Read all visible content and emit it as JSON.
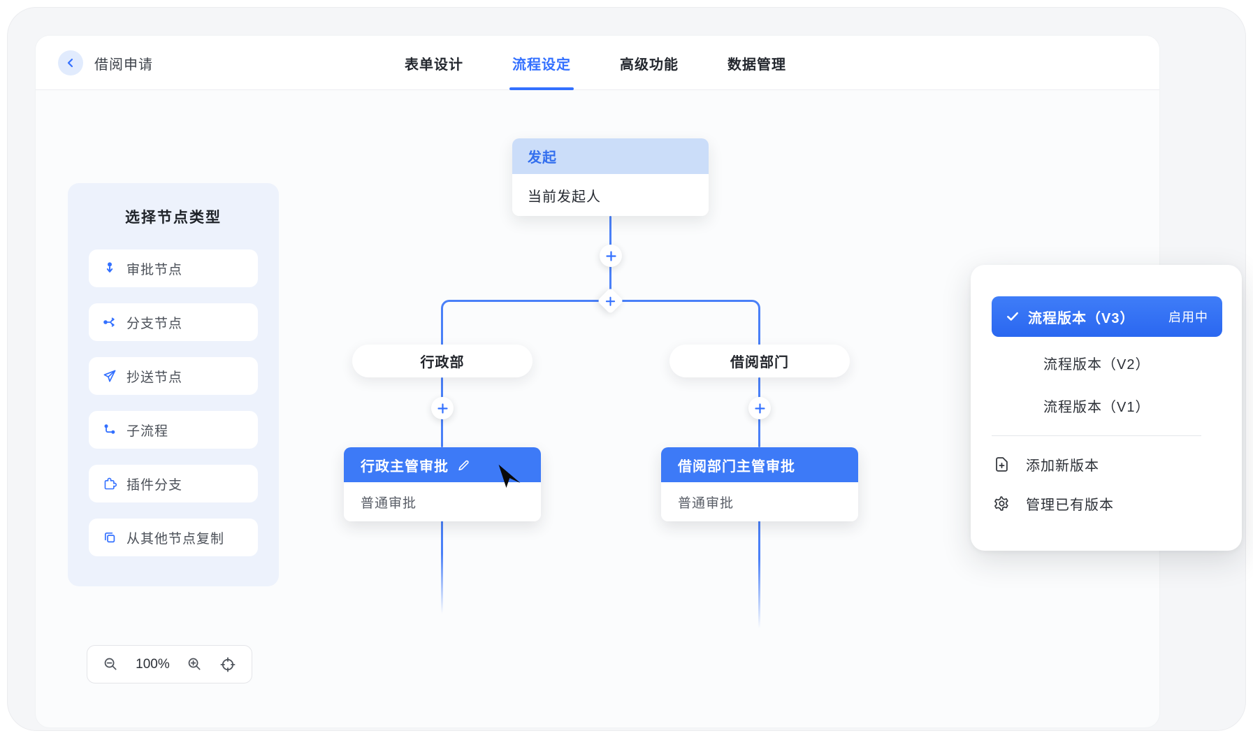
{
  "header": {
    "back_label": "借阅申请",
    "tabs": [
      {
        "label": "表单设计",
        "active": false
      },
      {
        "label": "流程设定",
        "active": true
      },
      {
        "label": "高级功能",
        "active": false
      },
      {
        "label": "数据管理",
        "active": false
      }
    ]
  },
  "node_palette": {
    "title": "选择节点类型",
    "items": [
      {
        "label": "审批节点",
        "icon": "approval-node-icon"
      },
      {
        "label": "分支节点",
        "icon": "branch-node-icon"
      },
      {
        "label": "抄送节点",
        "icon": "cc-node-icon"
      },
      {
        "label": "子流程",
        "icon": "subprocess-icon"
      },
      {
        "label": "插件分支",
        "icon": "plugin-branch-icon"
      },
      {
        "label": "从其他节点复制",
        "icon": "copy-node-icon"
      }
    ]
  },
  "flow": {
    "start_node": {
      "title": "发起",
      "subtitle": "当前发起人"
    },
    "branches": [
      {
        "label": "行政部",
        "node": {
          "title": "行政主管审批",
          "subtitle": "普通审批",
          "editing": true
        }
      },
      {
        "label": "借阅部门",
        "node": {
          "title": "借阅部门主管审批",
          "subtitle": "普通审批",
          "editing": false
        }
      }
    ]
  },
  "version_menu": {
    "items": [
      {
        "label": "流程版本（V3）",
        "badge": "启用中",
        "selected": true
      },
      {
        "label": "流程版本（V2）",
        "selected": false
      },
      {
        "label": "流程版本（V1）",
        "selected": false
      }
    ],
    "actions": [
      {
        "label": "添加新版本",
        "icon": "add-version-icon"
      },
      {
        "label": "管理已有版本",
        "icon": "manage-versions-icon"
      }
    ]
  },
  "zoom_toolbar": {
    "level": "100%"
  },
  "colors": {
    "accent": "#3370ff",
    "connector": "#4a80f8",
    "node_header": "#3d7af7",
    "start_header_bg": "#cbddf9",
    "palette_bg": "#edf2fc"
  }
}
